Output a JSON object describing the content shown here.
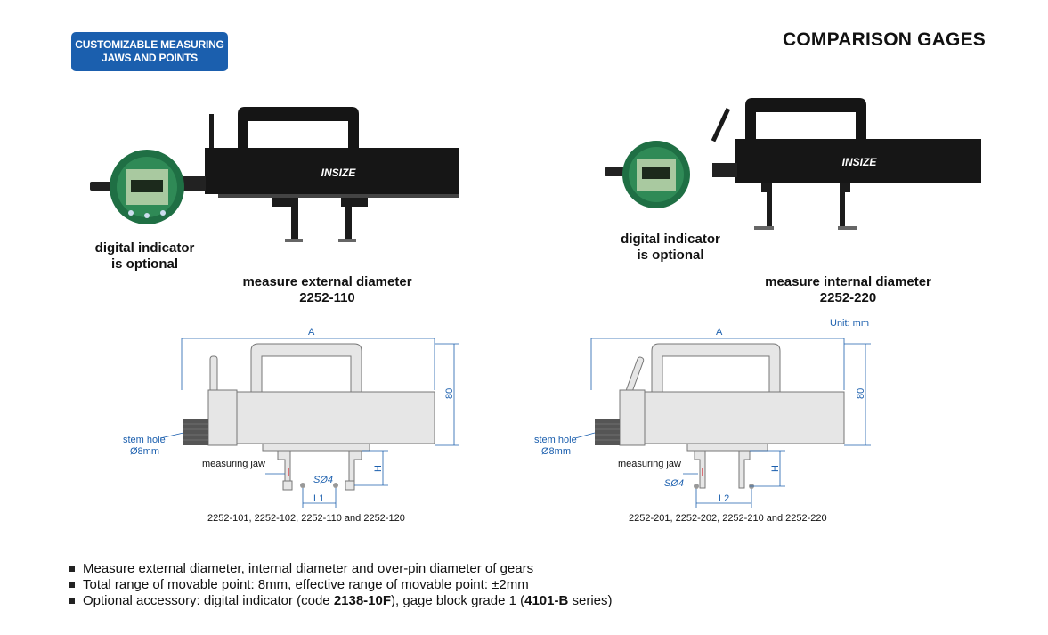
{
  "header": {
    "badge_line1": "CUSTOMIZABLE MEASURING",
    "badge_line2": "JAWS AND POINTS",
    "title": "COMPARISON GAGES"
  },
  "photos": {
    "left": {
      "brand": "INSIZE",
      "note_line1": "digital indicator",
      "note_line2": "is optional",
      "caption": "measure external diameter",
      "code": "2252-110"
    },
    "right": {
      "brand": "INSIZE",
      "note_line1": "digital indicator",
      "note_line2": "is optional",
      "caption": "measure internal diameter",
      "code": "2252-220"
    }
  },
  "drawings": {
    "unit": "Unit: mm",
    "left": {
      "dim_a": "A",
      "dim_height": "80",
      "dim_h": "H",
      "dim_l": "L1",
      "ball": "SØ4",
      "stem_line1": "stem hole",
      "stem_line2": "Ø8mm",
      "jaw_label": "measuring jaw",
      "models": "2252-101, 2252-102, 2252-110 and 2252-120"
    },
    "right": {
      "dim_a": "A",
      "dim_height": "80",
      "dim_h": "H",
      "dim_l": "L2",
      "ball": "SØ4",
      "stem_line1": "stem hole",
      "stem_line2": "Ø8mm",
      "jaw_label": "measuring jaw",
      "models": "2252-201, 2252-202, 2252-210 and 2252-220"
    }
  },
  "features": {
    "item1": "Measure external diameter, internal diameter and over-pin diameter of gears",
    "item2": "Total range of movable point: 8mm, effective range of movable point: ±2mm",
    "item3_a": "Optional accessory: digital indicator (code ",
    "item3_code1": "2138-10F",
    "item3_b": "), gage block grade 1 (",
    "item3_code2": "4101-B",
    "item3_c": " series)"
  },
  "colors": {
    "badge_blue": "#1b5fae",
    "dim_blue": "#1b5fae",
    "jaw_red": "#d0202a",
    "drawing_fill": "#e6e6e6"
  }
}
